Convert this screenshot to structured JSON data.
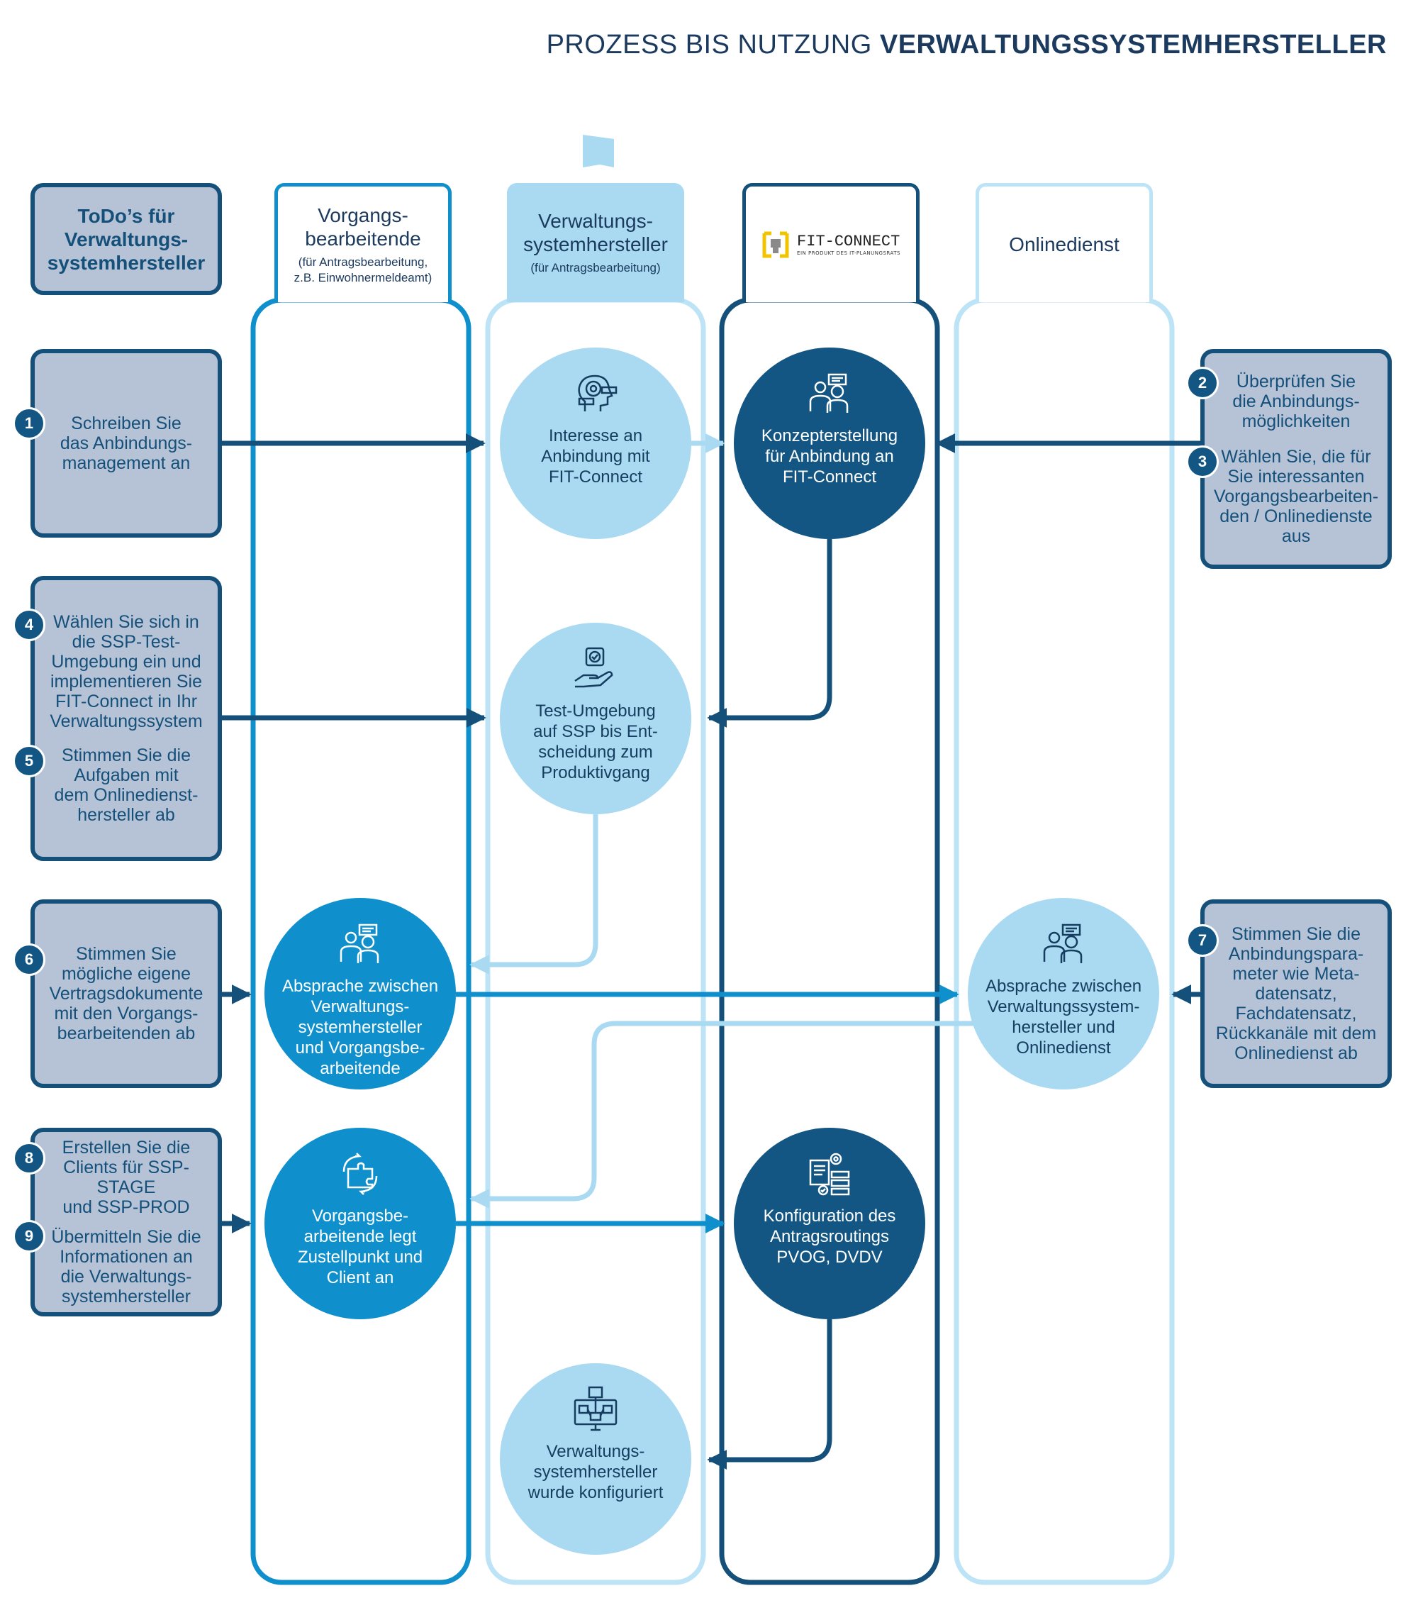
{
  "header": {
    "title_regular": "PROZESS BIS NUTZUNG ",
    "title_bold": "VERWALTUNGSSYSTEMHERSTELLER"
  },
  "lanes": {
    "todo": "ToDo’s für\nVerwaltungs-\nsystemhersteller",
    "vorgang_main": "Vorgangs-\nbearbeitende",
    "vorgang_sub": "(für Antragsbearbeitung,\nz.B. Einwohnermeldeamt)",
    "verwaltung_main": "Verwaltungs-\nsystemhersteller",
    "verwaltung_sub": "(für Antragsbearbeitung)",
    "fitconnect_word": "FIT-CONNECT",
    "fitconnect_sub": "EIN PRODUKT DES IT-PLANUNGSRATS",
    "onlinedienst": "Onlinedienst"
  },
  "todos": {
    "t1": "Schreiben Sie\ndas Anbindungs-\nmanagement an",
    "t2": "Überprüfen Sie\ndie Anbindungs-\nmöglichkeiten",
    "t3": "Wählen Sie, die für\nSie interessanten\nVorgangsbearbeiten-\nden / Onlinedienste\naus",
    "t4": "Wählen Sie sich in\ndie SSP-Test-\nUmgebung ein und\nimplementieren Sie\nFIT-Connect in Ihr\nVerwaltungssystem",
    "t5": "Stimmen Sie die\nAufgaben mit\ndem Onlinedienst-\nhersteller ab",
    "t6": "Stimmen Sie\nmögliche eigene\nVertragsdokumente\nmit den Vorgangs-\nbearbeitenden ab",
    "t7": "Stimmen Sie die\nAnbindungspara-\nmeter wie Meta-\ndatensatz,\nFachdatensatz,\nRückkanäle mit dem\nOnlinedienst ab",
    "t8": "Erstellen Sie die\nClients für SSP-STAGE\nund SSP-PROD",
    "t9": "Übermitteln Sie die\nInformationen an\ndie Verwaltungs-\nsystemhersteller"
  },
  "badges": [
    "1",
    "2",
    "3",
    "4",
    "5",
    "6",
    "7",
    "8",
    "9"
  ],
  "steps": {
    "interesse": "Interesse an\nAnbindung mit\nFIT-Connect",
    "konzept": "Konzepterstellung\nfür Anbindung an\nFIT-Connect",
    "test": "Test-Umgebung\nauf SSP bis Ent-\nscheidung zum\nProduktivgang",
    "absprache_vb": "Absprache zwischen\nVerwaltungs-\nsystemhersteller\nund Vorgangsbe-\narbeitende",
    "absprache_od": "Absprache zwischen\nVerwaltungssystem-\nhersteller und\nOnlinedienst",
    "zustellpunkt": "Vorgangsbe-\narbeitende legt\nZustellpunkt und\nClient an",
    "routing": "Konfiguration des\nAntragsroutings\nPVOG, DVDV",
    "konfiguriert": "Verwaltungs-\nsystemhersteller\nwurde konfiguriert"
  },
  "colors": {
    "navy": "#14507a",
    "todo_fill": "#b6c3d6",
    "light": "#a9daf2",
    "mid": "#0f90cc",
    "dark": "#135683",
    "lane_light": "#bde3f6"
  },
  "icons": [
    "head-target-icon",
    "meeting-icon",
    "hand-check-icon",
    "puzzle-icon",
    "settings-document-icon",
    "monitor-workflow-icon",
    "flag-icon"
  ]
}
